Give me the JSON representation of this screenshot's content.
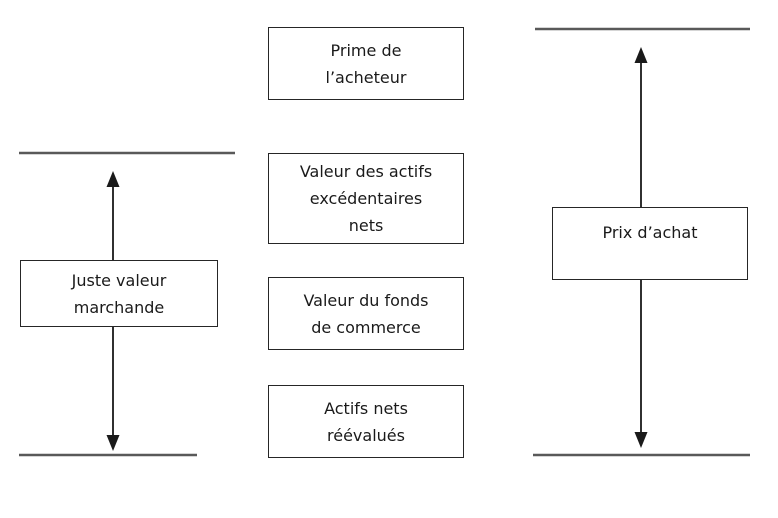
{
  "diagram": {
    "title_hint": "Schéma de décomposition du prix d'achat",
    "left_scale": {
      "box_label": "Juste valeur\nmarchande"
    },
    "middle_column": {
      "boxes": [
        {
          "label": "Prime de\nl’acheteur"
        },
        {
          "label": "Valeur des actifs\nexcédentaires\nnets"
        },
        {
          "label": "Valeur du fonds\nde commerce"
        },
        {
          "label": "Actifs nets\nréévalués"
        }
      ]
    },
    "right_scale": {
      "box_label": "Prix d’achat"
    }
  },
  "colors": {
    "background": "#ffffff",
    "boundary_line": "#595959",
    "arrow": "#1a1a1a",
    "box_border": "#262626",
    "text": "#1a1a1a"
  }
}
